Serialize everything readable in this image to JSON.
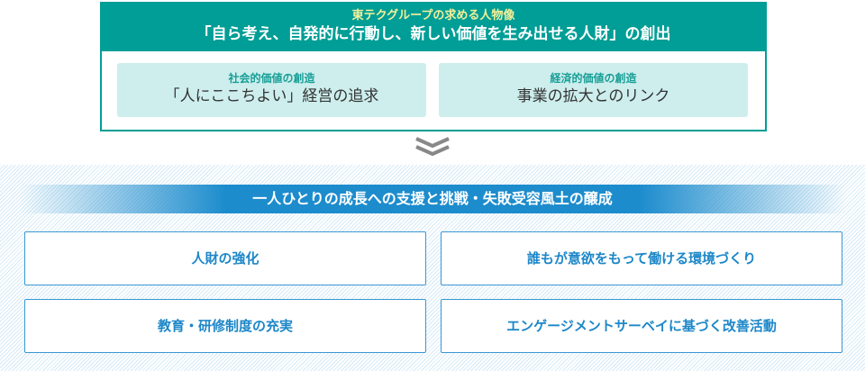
{
  "top": {
    "subtitle": "東テクグループの求める人物像",
    "title": "「自ら考え、自発的に行動し、新しい価値を生み出せる人財」の創出",
    "values": [
      {
        "label": "社会的価値の創造",
        "text": "「人にここちよい」経営の追求"
      },
      {
        "label": "経済的価値の創造",
        "text": "事業の拡大とのリンク"
      }
    ]
  },
  "bottom": {
    "banner": "一人ひとりの成長への支援と挑戦・失敗受容風土の醸成",
    "items": [
      "人財の強化",
      "誰もが意欲をもって働ける環境づくり",
      "教育・研修制度の充実",
      "エンゲージメントサーベイに基づく改善活動"
    ]
  },
  "colors": {
    "teal": "#009e96",
    "blue": "#1d8ccd"
  }
}
